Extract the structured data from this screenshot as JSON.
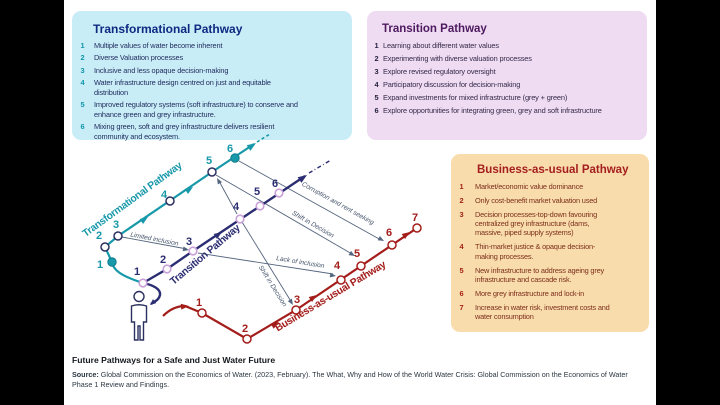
{
  "panels": {
    "transformational": {
      "title": "Transformational Pathway",
      "items": [
        {
          "n": "1",
          "text": "Multiple values of water become inherent"
        },
        {
          "n": "2",
          "text": "Diverse Valuation processes"
        },
        {
          "n": "3",
          "text": "Inclusive and less opaque decision-making"
        },
        {
          "n": "4",
          "text": "Water infrastructure design centred on just and equitable distribution"
        },
        {
          "n": "5",
          "text": "Improved regulatory systems (soft infrastructure) to conserve and enhance green and grey infrastructure."
        },
        {
          "n": "6",
          "text": "Mixing green, soft and grey infrastructure delivers resilient community and ecosystem."
        }
      ]
    },
    "transition": {
      "title": "Transition Pathway",
      "items": [
        {
          "n": "1",
          "text": "Learning about different water values"
        },
        {
          "n": "2",
          "text": "Experimenting with diverse valuation processes"
        },
        {
          "n": "3",
          "text": "Explore revised regulatory oversight"
        },
        {
          "n": "4",
          "text": "Participatory discussion for decision-making"
        },
        {
          "n": "5",
          "text": "Expand investments for mixed infrastructure (grey + green)"
        },
        {
          "n": "6",
          "text": "Explore opportunities for integrating green, grey and soft infrastructure"
        }
      ]
    },
    "bau": {
      "title": "Business-as-usual Pathway",
      "items": [
        {
          "n": "1",
          "text": "Market/economic value dominance"
        },
        {
          "n": "2",
          "text": "Only cost-benefit market valuation used"
        },
        {
          "n": "3",
          "text": "Decision processes-top-down favouring centralized grey infrastructure (dams, massive, piped supply systems)"
        },
        {
          "n": "4",
          "text": "Thin-market justice & opaque decision-making processes."
        },
        {
          "n": "5",
          "text": "New infrastructure to address ageing grey infrastructure and cascade risk."
        },
        {
          "n": "6",
          "text": "More grey infrastructure and lock-in"
        },
        {
          "n": "7",
          "text": "Increase in water risk, investment costs and water consumption"
        }
      ]
    }
  },
  "diagram": {
    "pathways": {
      "transformational": {
        "label": "Transformational Pathway",
        "color": "#1899aa",
        "nodes": [
          "1",
          "2",
          "3",
          "4",
          "5",
          "6"
        ]
      },
      "transition": {
        "label": "Transition Pathway",
        "color": "#2b2d72",
        "nodes": [
          "1",
          "2",
          "3",
          "4",
          "5",
          "6"
        ]
      },
      "bau": {
        "label": "Business-as-usual Pathway",
        "color": "#a31d1a",
        "nodes": [
          "1",
          "2",
          "3",
          "4",
          "5",
          "6",
          "7"
        ]
      }
    },
    "connectors": {
      "limited_inclusion": "Limited inclusion",
      "lack_of_inclusion": "Lack of inclusion",
      "shift_in_decision_lower": "Shift in Decision",
      "shift_in_decision_upper": "Shift in Decision",
      "corruption": "Corruption and rent seeking"
    }
  },
  "caption": {
    "title": "Future Pathways for a Safe and Just Water Future",
    "source_label": "Source:",
    "source_line1": "Global Commission on the Economics of Water. (2023, February). The What, Why and How of the World Water Crisis: Global Commission on the Economics of Water",
    "source_line2": "Phase 1 Review and Findings."
  }
}
